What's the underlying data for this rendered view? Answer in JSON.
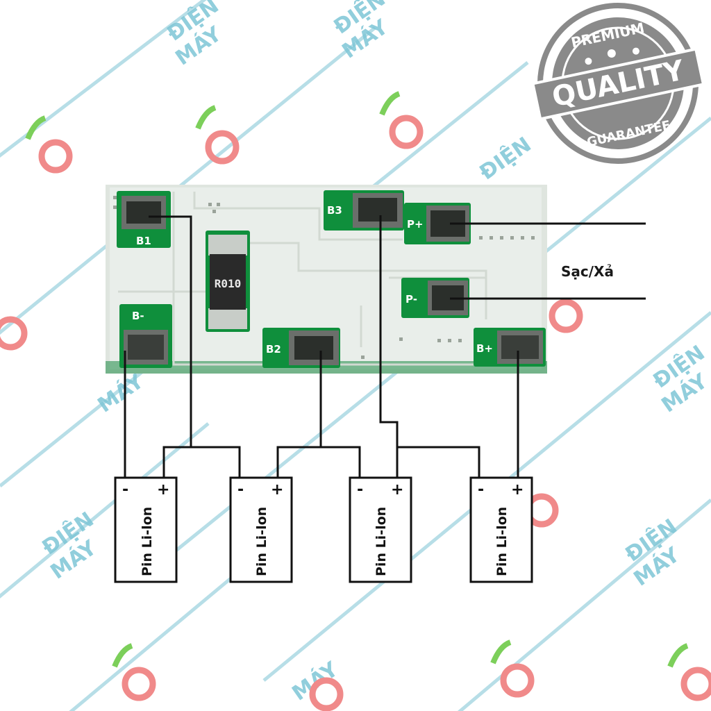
{
  "watermark": {
    "line1": "ĐIỆN",
    "line2": "MÁY"
  },
  "seal": {
    "top": "PREMIUM",
    "middle": "QUALITY",
    "bottom": "GUARANTEE"
  },
  "board": {
    "resistor": "R010",
    "pads": {
      "b1": "B1",
      "bminus": "B-",
      "b2": "B2",
      "b3": "B3",
      "pplus": "P+",
      "pminus": "P-",
      "bplus": "B+"
    }
  },
  "output_label": "Sạc/Xả",
  "cells": [
    {
      "label": "Pin Li-lon",
      "minus": "-",
      "plus": "+"
    },
    {
      "label": "Pin Li-lon",
      "minus": "-",
      "plus": "+"
    },
    {
      "label": "Pin Li-lon",
      "minus": "-",
      "plus": "+"
    },
    {
      "label": "Pin Li-lon",
      "minus": "-",
      "plus": "+"
    }
  ],
  "colors": {
    "pcb": "#e9eeea",
    "pad": "#0f8f3c",
    "wire": "#111111",
    "watermark": "#7ec6d6",
    "seal": "#8a8a8a"
  }
}
